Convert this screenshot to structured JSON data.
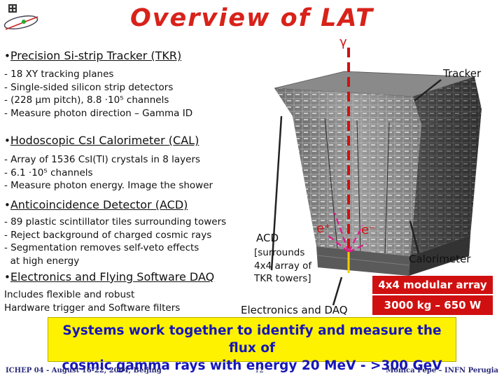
{
  "title": "Overview of LAT",
  "gamma_symbol": "γ",
  "tracker_section": {
    "bullet": "•",
    "header": "Precision Si-strip Tracker (TKR)",
    "lines": [
      "- 18 XY tracking planes",
      "- Single-sided silicon strip detectors",
      "- (228 μm pitch),  8.8 ·10⁵ channels",
      "- Measure photon direction – Gamma ID"
    ]
  },
  "calorimeter_section": {
    "bullet": "•",
    "header": "Hodoscopic CsI Calorimeter (CAL)",
    "lines": [
      "- Array of 1536 CsI(Tl) crystals in 8 layers",
      "- 6.1 ·10⁵ channels",
      "- Measure photon energy. Image the shower"
    ]
  },
  "acd_section": {
    "bullet": "•",
    "header": "Anticoincidence Detector (ACD)",
    "lines": [
      "- 89 plastic scintillator tiles surrounding towers",
      "- Reject background of charged cosmic rays",
      "- Segmentation removes self-veto effects",
      "  at high energy"
    ]
  },
  "electronics_section": {
    "bullet": "•",
    "header": "Electronics and Flying Software DAQ",
    "lines": [
      "Includes flexible and robust",
      "Hardware trigger and Software filters"
    ]
  },
  "labels": {
    "tracker": "Tracker",
    "acd": "ACD",
    "acd_note": [
      "[surrounds",
      "4x4 array of",
      "TKR towers]"
    ],
    "calorimeter": "Calorimeter",
    "electronics_daq": "Electronics and DAQ",
    "positron": "e⁺",
    "electron": "e⁻"
  },
  "red_boxes": [
    "4x4 modular array",
    "3000 kg – 650 W"
  ],
  "summary": [
    "Systems work together to identify and measure the flux of",
    "cosmic gamma rays with energy 20 MeV - >300 GeV"
  ],
  "footer": {
    "left": "ICHEP 04 - August 16-22, 2004, Beijing",
    "page": "12",
    "right": "Monica Pepe – INFN Perugia"
  },
  "colors": {
    "title": "#d8221a",
    "red_box": "#d01010",
    "summary_bg": "#fff200",
    "summary_text": "#1616b8",
    "track_line": "#e01a8c",
    "gamma_line": "#d01010",
    "footer_text": "#2a2a7a"
  },
  "icons": {
    "logo": "glast-logo-icon"
  }
}
